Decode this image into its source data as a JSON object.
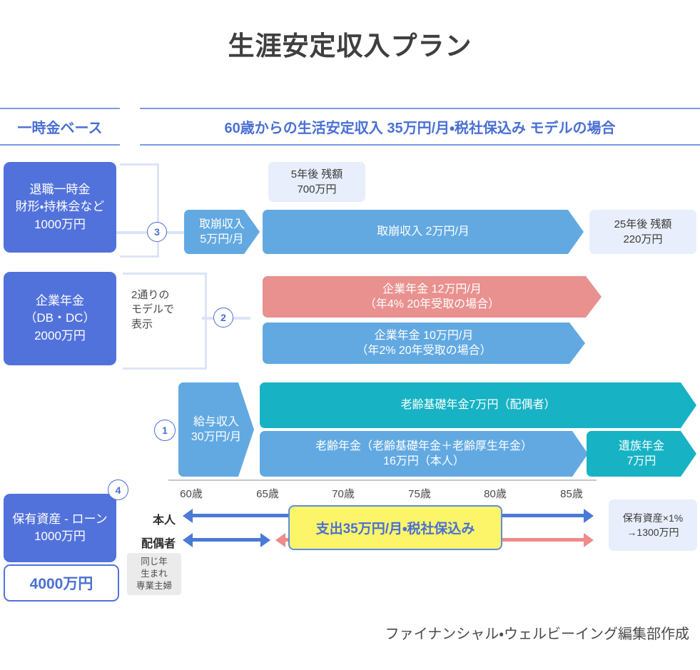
{
  "title": "生涯安定収入プラン",
  "header": {
    "left_label": "一時金ベース",
    "right_label": "60歳からの生活安定収入 35万円/月・税社保込み モデルの場合"
  },
  "left_boxes": [
    {
      "name": "retirement-lump-sum",
      "lines": [
        "退職一時金",
        "財形・持株会など",
        "1000万円"
      ]
    },
    {
      "name": "corporate-pension",
      "lines": [
        "企業年金",
        "（DB・DC）",
        "2000万円"
      ]
    },
    {
      "name": "assets-minus-loan",
      "lines": [
        "保有資産 - ローン",
        "1000万円"
      ]
    }
  ],
  "total_assets": "4000万円",
  "steps": {
    "one": "1",
    "two": "2",
    "three": "3",
    "four": "4"
  },
  "notes": {
    "two_models": "2通りの\nモデルで\n表示",
    "spouse": "同じ年\n生まれ\n専業主婦",
    "asset_return": "保有資産×1%\n→1300万円"
  },
  "row_withdrawal": {
    "balance_5y": "5年後 残額\n700万円",
    "head": "取崩収入\n5万円/月",
    "body": "取崩収入 2万円/月",
    "balance_25y": "25年後 残額\n220万円"
  },
  "row_corporate_pension": {
    "option_a": "企業年金 12万円/月\n（年4% 20年受取の場合）",
    "option_b": "企業年金 10万円/月\n（年2% 20年受取の場合）"
  },
  "row_public_pension": {
    "salary": "給与収入\n30万円/月",
    "basic_pension_spouse": "老齢基礎年金7万円（配偶者）",
    "old_age_pension_self": "老齢年金（老齢基礎年金＋老齢厚生年金）\n16万円（本人）",
    "survivor_pension": "遺族年金\n7万円"
  },
  "axis": {
    "ticks": [
      "60歳",
      "65歳",
      "70歳",
      "75歳",
      "80歳",
      "85歳"
    ],
    "tick_centers": [
      268,
      375,
      481,
      588,
      694,
      801
    ]
  },
  "timeline": {
    "self_label": "本人",
    "spouse_label": "配偶者",
    "spend_box": "支出35万円/月・税社保込み"
  },
  "footer": "ファイナンシャル・ウェルビーイング編集部作成",
  "colors": {
    "brand_blue": "#5272db",
    "accent_blue": "#4a6fd4",
    "arrow_blue": "#62a9e2",
    "arrow_red": "#e8918f",
    "arrow_teal": "#17b3c4",
    "pale_blue": "#e8eefb",
    "bracket": "#dde4f8",
    "highlight_yellow": "#fdf569",
    "timeline_blue": "#4a7ad6",
    "timeline_pink": "#ee8b8b"
  }
}
